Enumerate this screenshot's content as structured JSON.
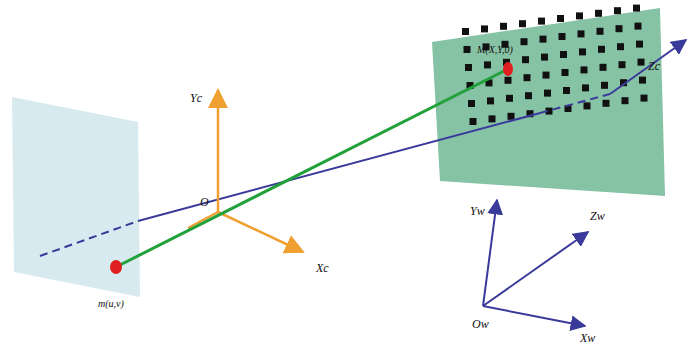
{
  "diagram": {
    "labels": [
      "Yc",
      "O",
      "Xc",
      "M(X,Y,0)",
      "Zc",
      "m(u,v)",
      "Yw",
      "Zw",
      "Ow",
      "Xw"
    ]
  }
}
